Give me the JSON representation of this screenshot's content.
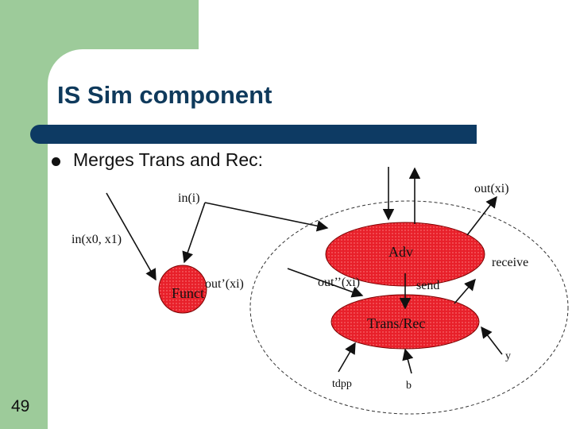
{
  "slide": {
    "title": "IS Sim component",
    "bullet": "Merges Trans and Rec:",
    "page_number": "49"
  },
  "diagram": {
    "labels": {
      "in_i": "in(i)",
      "in_x0_x1": "in(x0, x1)",
      "out_xi": "out(xi)",
      "funct": "Funct",
      "out_prime_xi": "out’(xi)",
      "out_dprime_xi": "out’’(xi)",
      "adv": "Adv",
      "send": "send",
      "receive": "receive",
      "trans_rec": "Trans/Rec",
      "y": "y",
      "tdpp": "tdpp",
      "b": "b"
    },
    "colors": {
      "node_fill": "#e8202a",
      "node_stroke": "#7a0000",
      "arrow": "#111111",
      "dashed_ellipse": "#333333",
      "title": "#0f3a5c",
      "title_bar": "#0d3a63",
      "background_green": "#9dcb9a"
    }
  }
}
